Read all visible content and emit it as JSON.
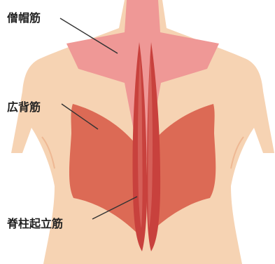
{
  "labels": {
    "trapezius": "僧帽筋",
    "latissimus": "広背筋",
    "erector_spinae": "脊柱起立筋"
  },
  "colors": {
    "skin": "#f6d3b3",
    "skin_shadow": "#eeb893",
    "trapezius": "#ef9896",
    "latissimus": "#dc6a55",
    "erector": "#c8413d",
    "erector_highlight": "#e07870",
    "leader_line": "#333333",
    "label_text": "#222222"
  }
}
